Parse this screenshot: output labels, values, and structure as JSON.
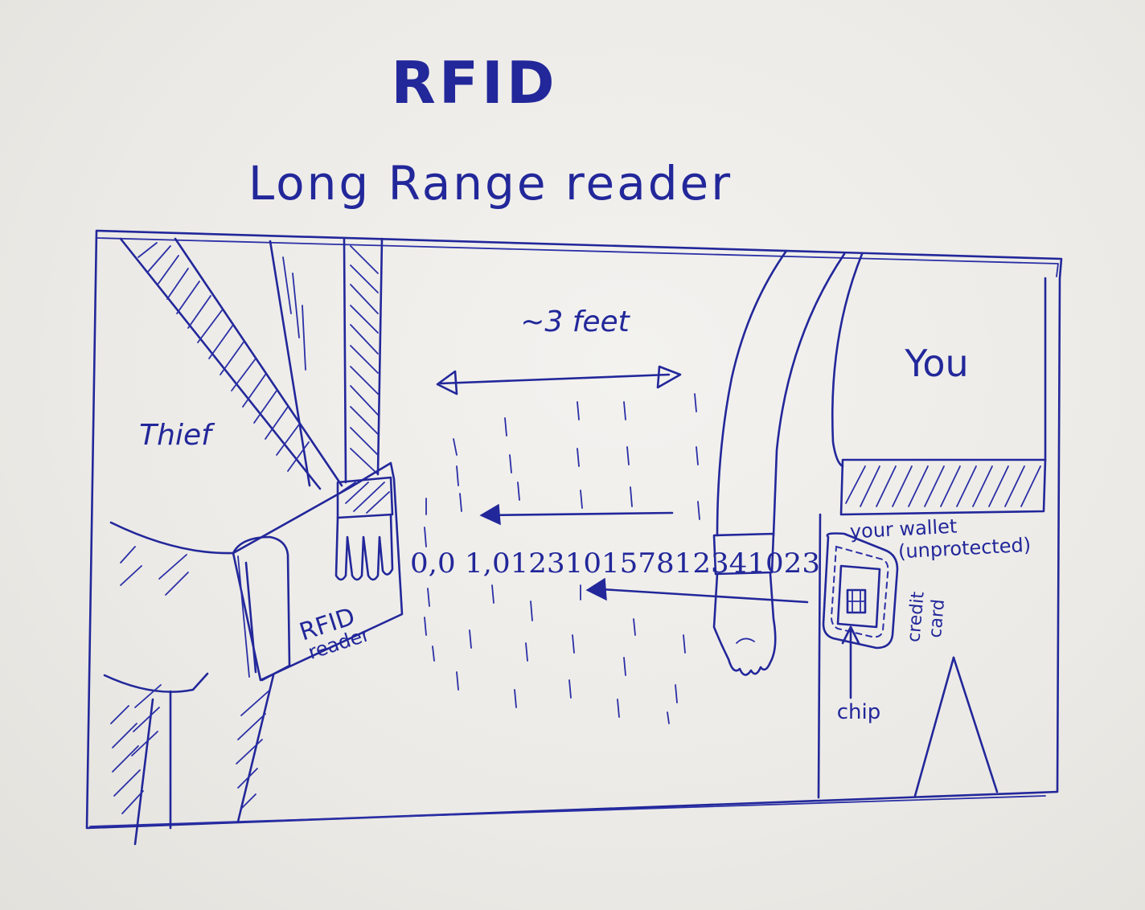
{
  "heading": {
    "title": "RFID",
    "subtitle": "Long Range reader"
  },
  "labels": {
    "distance": "~3 feet",
    "thief": "Thief",
    "you": "You",
    "reader_line1": "RFID",
    "reader_line2": "reader",
    "wallet_line1": "your wallet",
    "wallet_line2": "(unprotected)",
    "card_line1": "credit",
    "card_line2": "card",
    "chip": "chip"
  },
  "data_stream": {
    "digits": "0,0 1,012310157812341023"
  },
  "colors": {
    "ink": "#22279a",
    "paper": "#eceae6"
  }
}
